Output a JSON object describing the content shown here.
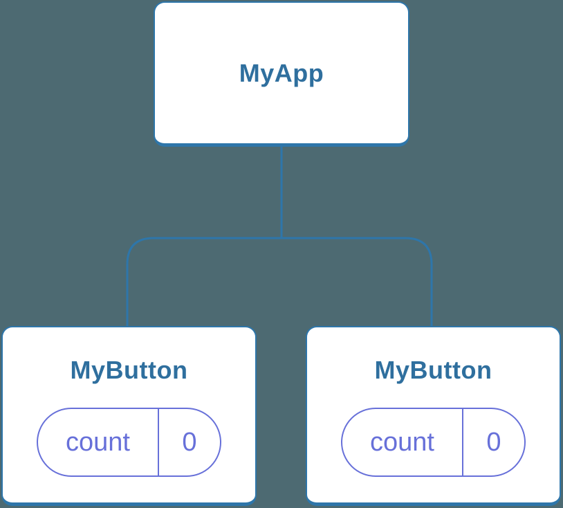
{
  "colors": {
    "background": "#4d6a72",
    "blue": "#2e76aa",
    "heading": "#2f6f9e",
    "purple": "#6770d9",
    "box-fill": "#ffffff"
  },
  "tree": {
    "root": {
      "label": "MyApp"
    },
    "children": [
      {
        "label": "MyButton",
        "state": {
          "key": "count",
          "value": "0"
        }
      },
      {
        "label": "MyButton",
        "state": {
          "key": "count",
          "value": "0"
        }
      }
    ]
  }
}
